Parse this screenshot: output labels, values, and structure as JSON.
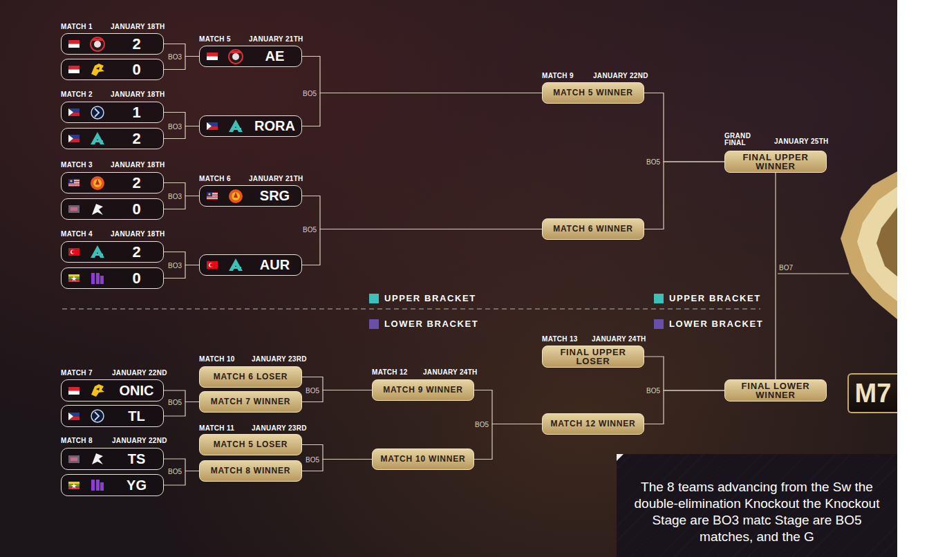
{
  "diagram": {
    "nodes": [
      {
        "text": [
          "2"
        ]
      },
      {
        "text": [
          "0"
        ]
      },
      {
        "text": [
          "1"
        ]
      },
      {
        "text": [
          "2"
        ]
      },
      {
        "text": [
          "2"
        ]
      },
      {
        "text": [
          "0"
        ]
      },
      {
        "text": [
          "2"
        ]
      },
      {
        "text": [
          "0"
        ]
      },
      {
        "text": [
          "AE"
        ]
      },
      {
        "text": [
          "RORA"
        ]
      },
      {
        "text": [
          "SRG"
        ]
      },
      {
        "text": [
          "AUR"
        ]
      },
      {
        "text": [
          "MATCH 5 WINNER"
        ]
      },
      {
        "text": [
          "MATCH 6 WINNER"
        ]
      },
      {
        "text": [
          "FINAL UPPER WINNER"
        ]
      },
      {
        "text": [
          "ONIC"
        ]
      },
      {
        "text": [
          "TL"
        ]
      },
      {
        "text": [
          "TS"
        ]
      },
      {
        "text": [
          "YG"
        ]
      },
      {
        "text": [
          "MATCH 6 LOSER"
        ]
      },
      {
        "text": [
          "MATCH 7 WINNER"
        ]
      },
      {
        "text": [
          "MATCH 5 LOSER"
        ]
      },
      {
        "text": [
          "MATCH 8 WINNER"
        ]
      },
      {
        "text": [
          "MATCH 9 WINNER"
        ]
      },
      {
        "text": [
          "MATCH 10 WINNER"
        ]
      },
      {
        "text": [
          "FINAL UPPER LOSER"
        ]
      },
      {
        "text": [
          "MATCH 12 WINNER"
        ]
      },
      {
        "text": [
          "FINAL LOWER WINNER"
        ]
      },
      {
        "text": [
          "M7"
        ]
      },
      {
        "text": [
          "The 8 teams advancing from the Sw the double-elimination Knockout the Knockout Stage are BO3 matc Stage are BO5 matches, and the G"
        ]
      }
    ],
    "edges": [
      {
        "from": 0,
        "to": 8,
        "arrow": "none",
        "label": "BO3"
      },
      {
        "from": 1,
        "to": 8,
        "arrow": "none"
      },
      {
        "from": 2,
        "to": 9,
        "arrow": "none",
        "label": "BO3"
      },
      {
        "from": 3,
        "to": 9,
        "arrow": "none"
      },
      {
        "from": 4,
        "to": 10,
        "arrow": "none",
        "label": "BO3"
      },
      {
        "from": 5,
        "to": 10,
        "arrow": "none"
      },
      {
        "from": 6,
        "to": 11,
        "arrow": "none",
        "label": "BO3"
      },
      {
        "from": 7,
        "to": 11,
        "arrow": "none"
      },
      {
        "from": 8,
        "to": 12,
        "arrow": "none",
        "label": "BO5"
      },
      {
        "from": 9,
        "to": 12,
        "arrow": "none"
      },
      {
        "from": 10,
        "to": 13,
        "arrow": "none",
        "label": "BO5"
      },
      {
        "from": 11,
        "to": 13,
        "arrow": "none"
      },
      {
        "from": 12,
        "to": 14,
        "arrow": "none",
        "label": "BO5"
      },
      {
        "from": 13,
        "to": 14,
        "arrow": "none"
      },
      {
        "from": 14,
        "to": 27,
        "arrow": "none",
        "label": "BO7"
      },
      {
        "from": 15,
        "to": 20,
        "arrow": "none",
        "label": "BO5"
      },
      {
        "from": 16,
        "to": 20,
        "arrow": "none"
      },
      {
        "from": 17,
        "to": 22,
        "arrow": "none",
        "label": "BO5"
      },
      {
        "from": 18,
        "to": 22,
        "arrow": "none"
      },
      {
        "from": 19,
        "to": 23,
        "arrow": "none",
        "label": "BO5"
      },
      {
        "from": 20,
        "to": 23,
        "arrow": "none"
      },
      {
        "from": 21,
        "to": 24,
        "arrow": "none",
        "label": "BO5"
      },
      {
        "from": 22,
        "to": 24,
        "arrow": "none"
      },
      {
        "from": 23,
        "to": 26,
        "arrow": "none",
        "label": "BO5"
      },
      {
        "from": 24,
        "to": 26,
        "arrow": "none"
      },
      {
        "from": 25,
        "to": 27,
        "arrow": "none",
        "label": "BO5"
      },
      {
        "from": 26,
        "to": 27,
        "arrow": "none"
      }
    ],
    "labels": [
      "MATCH 1",
      "JANUARY 18TH",
      "MATCH 2",
      "JANUARY 18TH",
      "MATCH 3",
      "JANUARY 18TH",
      "MATCH 4",
      "JANUARY 18TH",
      "MATCH 5",
      "JANUARY 21TH",
      "MATCH 6",
      "JANUARY 21TH",
      "MATCH 9",
      "JANUARY 22ND",
      "GRAND FINAL",
      "JANUARY 25TH",
      "MATCH 7",
      "JANUARY 22ND",
      "MATCH 8",
      "JANUARY 22ND",
      "MATCH 10",
      "JANUARY 23RD",
      "MATCH 11",
      "JANUARY 23RD",
      "MATCH 12",
      "JANUARY 24TH",
      "MATCH 13",
      "JANUARY 24TH"
    ],
    "legend": [
      {
        "text": "UPPER BRACKET",
        "color": "#3cc0b8"
      },
      {
        "text": "LOWER BRACKET",
        "color": "#6a4fa8"
      },
      {
        "text": "UPPER BRACKET",
        "color": "#3cc0b8"
      },
      {
        "text": "LOWER BRACKET",
        "color": "#6a4fa8"
      }
    ]
  }
}
